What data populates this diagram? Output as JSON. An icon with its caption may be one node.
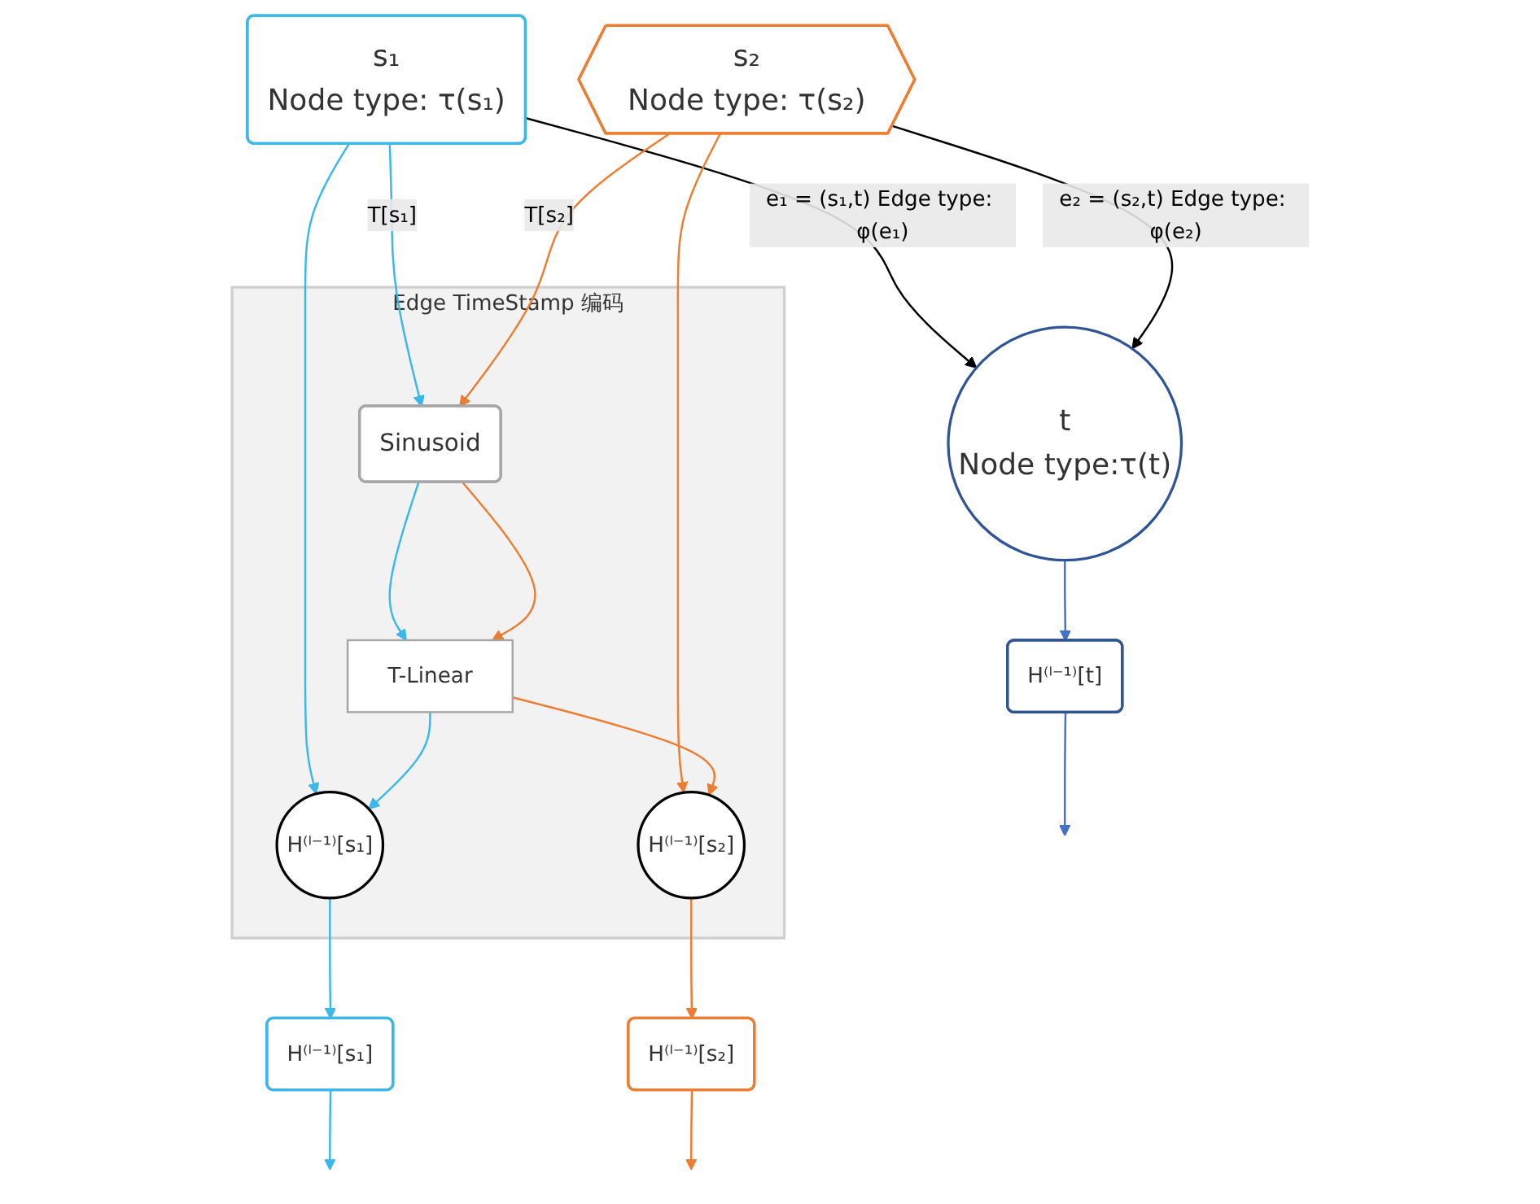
{
  "diagram": {
    "nodes": [
      {
        "text": [
          "t",
          "Node type:τ(t)"
        ]
      },
      {
        "text": [
          "s₁",
          "Node type: τ(s₁)"
        ]
      },
      {
        "text": [
          "s₂",
          "Node type: τ(s₂)"
        ]
      },
      {
        "text": [
          "Edge TimeStamp 编码"
        ]
      },
      {
        "text": [
          "H⁽ˡ⁻¹⁾[s₁]"
        ],
        "in": 3
      },
      {
        "text": [
          "Sinusoid"
        ],
        "in": 3
      },
      {
        "text": [
          "T-Linear"
        ],
        "in": 3
      },
      {
        "text": [
          "H⁽ˡ⁻¹⁾[s₂]"
        ],
        "in": 3
      },
      {
        "text": [
          "H⁽ˡ⁻¹⁾[t]"
        ]
      },
      {
        "text": [
          "H⁽ˡ⁻¹⁾[s₁]"
        ]
      },
      {
        "text": [
          "H⁽ˡ⁻¹⁾[s₂]"
        ]
      }
    ],
    "edges": [
      {
        "from": 1,
        "to": 0,
        "arrow": "to",
        "label": "e₁ = (s₁,t) Edge type: φ(e₁)",
        "color": "#000000"
      },
      {
        "from": 2,
        "to": 0,
        "arrow": "to",
        "label": "e₂ = (s₂,t) Edge type: φ(e₂)",
        "color": "#000000"
      },
      {
        "from": 0,
        "to": 8,
        "arrow": "to",
        "color": "#4472c4"
      },
      {
        "from": 8,
        "to": null,
        "arrow": "to",
        "color": "#4472c4"
      },
      {
        "from": 1,
        "to": 4,
        "arrow": "to",
        "color": "#3bb7ea"
      },
      {
        "from": 1,
        "to": 5,
        "arrow": "to",
        "label": "T[s₁]",
        "color": "#3bb7ea"
      },
      {
        "from": 2,
        "to": 7,
        "arrow": "to",
        "color": "#ed7d31"
      },
      {
        "from": 2,
        "to": 5,
        "arrow": "to",
        "label": "T[s₂]",
        "color": "#ed7d31"
      },
      {
        "from": 5,
        "to": 6,
        "arrow": "to",
        "color": "#3bb7ea"
      },
      {
        "from": 5,
        "to": 6,
        "arrow": "to",
        "color": "#ed7d31"
      },
      {
        "from": 6,
        "to": 4,
        "arrow": "to",
        "color": "#3bb7ea"
      },
      {
        "from": 6,
        "to": 7,
        "arrow": "to",
        "color": "#ed7d31"
      },
      {
        "from": 4,
        "to": 9,
        "arrow": "to",
        "color": "#3bb7ea"
      },
      {
        "from": 9,
        "to": null,
        "arrow": "to",
        "color": "#3bb7ea"
      },
      {
        "from": 7,
        "to": 10,
        "arrow": "to",
        "color": "#ed7d31"
      },
      {
        "from": 10,
        "to": null,
        "arrow": "to",
        "color": "#ed7d31"
      }
    ]
  }
}
